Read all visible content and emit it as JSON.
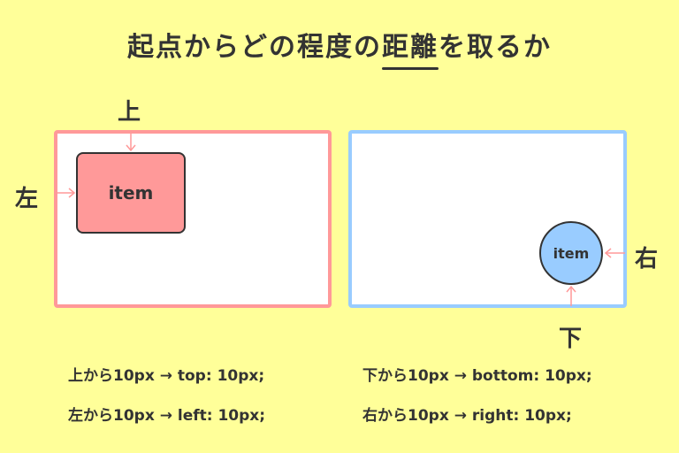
{
  "title": {
    "before": "起点からどの程度の",
    "underlined": "距離",
    "after": "を取るか"
  },
  "left_diagram": {
    "item_label": "item",
    "top_label": "上",
    "left_label": "左",
    "border_color": "#ff9999",
    "item_color": "#ff9999"
  },
  "right_diagram": {
    "item_label": "item",
    "right_label": "右",
    "bottom_label": "下",
    "border_color": "#99ccff",
    "item_color": "#99ccff"
  },
  "arrow_color": "#ff9999",
  "background_color": "#ffff99",
  "explanations": [
    {
      "text": "上から10px → top: 10px;"
    },
    {
      "text": "左から10px → left: 10px;"
    },
    {
      "text": "下から10px → bottom: 10px;"
    },
    {
      "text": "右から10px → right: 10px;"
    }
  ]
}
